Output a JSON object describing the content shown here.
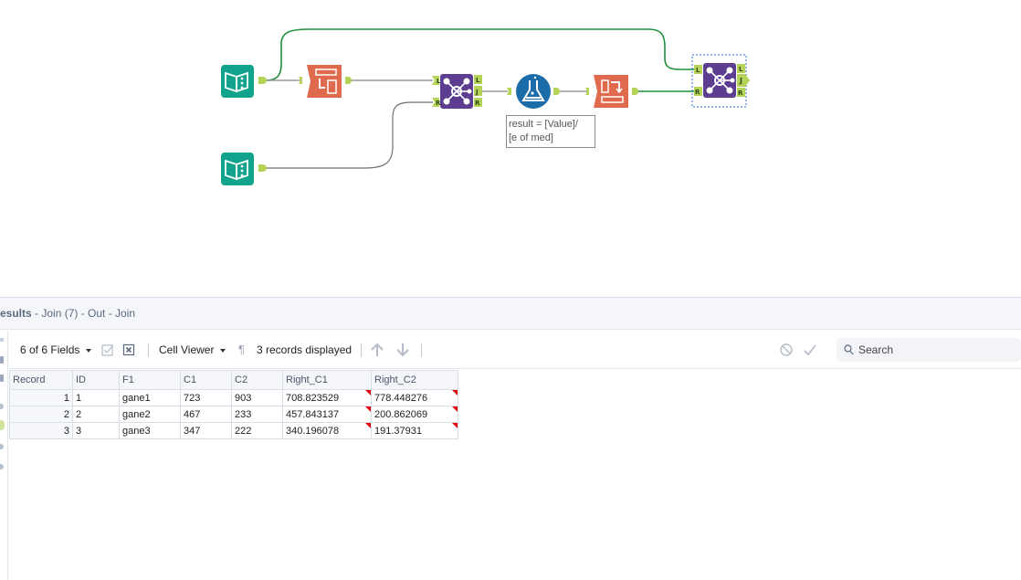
{
  "canvas": {
    "annotation": {
      "line1": "result = [Value]/",
      "line2": "[e of med]"
    },
    "tools": [
      {
        "id": "input-1",
        "type": "input-data",
        "color": "#12a38c"
      },
      {
        "id": "input-2",
        "type": "input-data",
        "color": "#12a38c"
      },
      {
        "id": "transpose-1",
        "type": "transpose",
        "color": "#e06a4e"
      },
      {
        "id": "join-1",
        "type": "join",
        "color": "#5c3d8f",
        "anchors": [
          "L",
          "R",
          "L",
          "J",
          "R"
        ]
      },
      {
        "id": "formula-1",
        "type": "formula",
        "color": "#1b6ca8"
      },
      {
        "id": "crosstab-1",
        "type": "cross-tab",
        "color": "#e06a4e"
      },
      {
        "id": "join-7",
        "type": "join",
        "color": "#5c3d8f",
        "anchors": [
          "L",
          "R",
          "L",
          "J",
          "R"
        ],
        "selected": true
      }
    ],
    "anchor_labels": {
      "L": "L",
      "R": "R",
      "J": "J"
    }
  },
  "results": {
    "title_bold": "esults",
    "title_rest": " - Join (7) - Out - Join",
    "toolbar": {
      "fields_label": "6 of 6 Fields",
      "cell_viewer_label": "Cell Viewer",
      "records_displayed": "3 records displayed",
      "search_placeholder": "Search"
    },
    "table": {
      "columns": [
        "Record",
        "ID",
        "F1",
        "C1",
        "C2",
        "Right_C1",
        "Right_C2"
      ],
      "rows": [
        {
          "record": "1",
          "id": "1",
          "f1": "gane1",
          "c1": "723",
          "c2": "903",
          "right_c1": "708.823529",
          "right_c2": "778.448276"
        },
        {
          "record": "2",
          "id": "2",
          "f1": "gane2",
          "c1": "467",
          "c2": "233",
          "right_c1": "457.843137",
          "right_c2": "200.862069"
        },
        {
          "record": "3",
          "id": "3",
          "f1": "gane3",
          "c1": "347",
          "c2": "222",
          "right_c1": "340.196078",
          "right_c2": "191.37931"
        }
      ]
    }
  }
}
